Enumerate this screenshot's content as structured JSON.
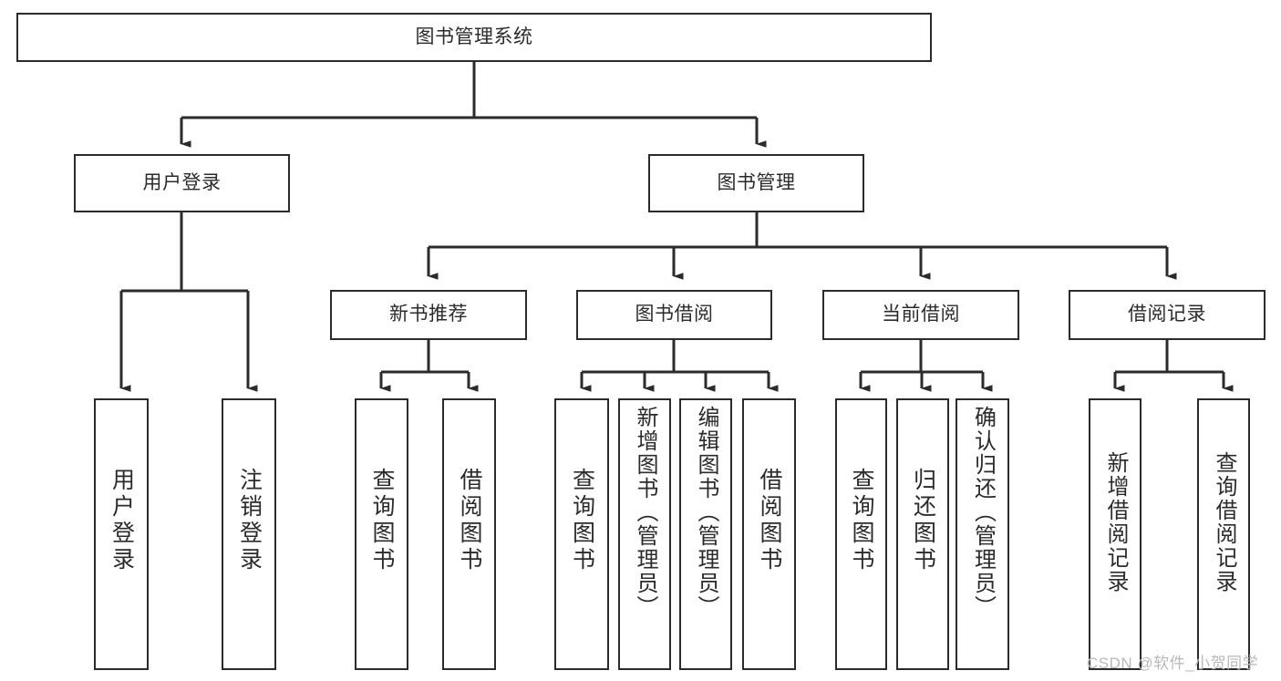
{
  "diagram": {
    "type": "tree-hierarchy",
    "title": "图书管理系统",
    "root": {
      "id": "root",
      "label": "图书管理系统"
    },
    "level1": [
      {
        "id": "user-login",
        "label": "用户登录"
      },
      {
        "id": "book-manage",
        "label": "图书管理"
      }
    ],
    "level2": [
      {
        "id": "new-book-recommend",
        "label": "新书推荐",
        "parent": "book-manage"
      },
      {
        "id": "book-borrow",
        "label": "图书借阅",
        "parent": "book-manage"
      },
      {
        "id": "current-borrow",
        "label": "当前借阅",
        "parent": "book-manage"
      },
      {
        "id": "borrow-record",
        "label": "借阅记录",
        "parent": "book-manage"
      }
    ],
    "leaves": [
      {
        "id": "leaf-user-login",
        "label": "用户登录",
        "parent": "user-login"
      },
      {
        "id": "leaf-user-logout",
        "label": "注销登录",
        "parent": "user-login"
      },
      {
        "id": "leaf-query-book-1",
        "label": "查询图书",
        "parent": "new-book-recommend"
      },
      {
        "id": "leaf-borrow-book-1",
        "label": "借阅图书",
        "parent": "new-book-recommend"
      },
      {
        "id": "leaf-query-book-2",
        "label": "查询图书",
        "parent": "book-borrow"
      },
      {
        "id": "leaf-add-book",
        "label": "新增图书（管理员）",
        "parent": "book-borrow"
      },
      {
        "id": "leaf-edit-book",
        "label": "编辑图书（管理员）",
        "parent": "book-borrow"
      },
      {
        "id": "leaf-borrow-book-2",
        "label": "借阅图书",
        "parent": "book-borrow"
      },
      {
        "id": "leaf-query-book-3",
        "label": "查询图书",
        "parent": "current-borrow"
      },
      {
        "id": "leaf-return-book",
        "label": "归还图书",
        "parent": "current-borrow"
      },
      {
        "id": "leaf-confirm-return",
        "label": "确认归还（管理员）",
        "parent": "current-borrow"
      },
      {
        "id": "leaf-add-record",
        "label": "新增借阅记录",
        "parent": "borrow-record"
      },
      {
        "id": "leaf-query-record",
        "label": "查询借阅记录",
        "parent": "borrow-record"
      }
    ]
  },
  "watermark": {
    "text": "CSDN @软件_小贺同学"
  },
  "colors": {
    "stroke": "#2b2b2b",
    "fill": "#ffffff",
    "text": "#2b2b2b",
    "watermark": "#b9b9b9"
  }
}
